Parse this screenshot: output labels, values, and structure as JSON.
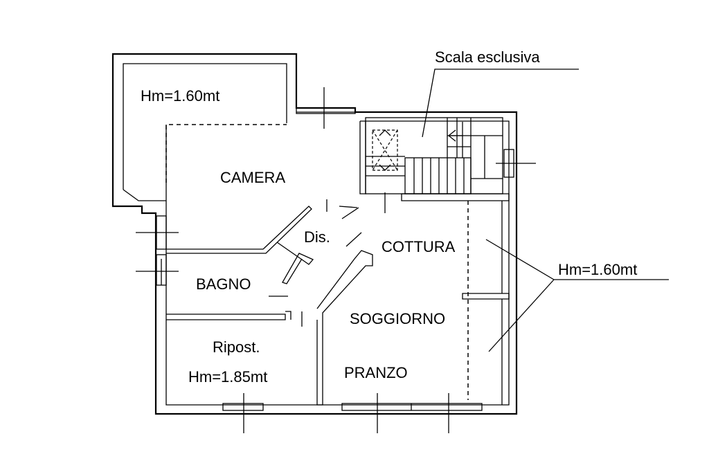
{
  "plan": {
    "labels": {
      "stair_note": "Scala esclusiva",
      "height_top_left": "Hm=1.60mt",
      "camera": "CAMERA",
      "dis": "Dis.",
      "cottura": "COTTURA",
      "height_right": "Hm=1.60mt",
      "bagno": "BAGNO",
      "soggiorno": "SOGGIORNO",
      "ripost": "Ripost.",
      "height_ripost": "Hm=1.85mt",
      "pranzo": "PRANZO"
    }
  }
}
